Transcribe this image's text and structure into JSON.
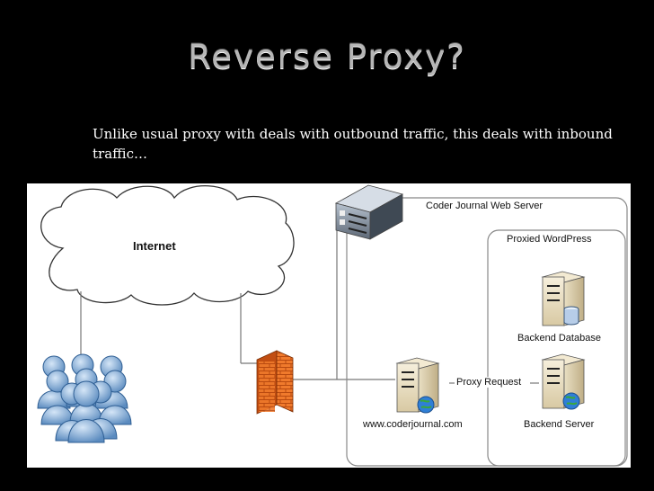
{
  "slide": {
    "title": "Reverse Proxy?",
    "body": "Unlike usual proxy with deals with outbound traffic, this deals with inbound traffic…"
  },
  "diagram": {
    "internet_label": "Internet",
    "web_server_label": "Coder Journal Web Server",
    "proxied_label": "Proxied WordPress",
    "backend_db_label": "Backend Database",
    "proxy_request_label": "Proxy Request",
    "site_label": "www.coderjournal.com",
    "backend_server_label": "Backend Server"
  }
}
